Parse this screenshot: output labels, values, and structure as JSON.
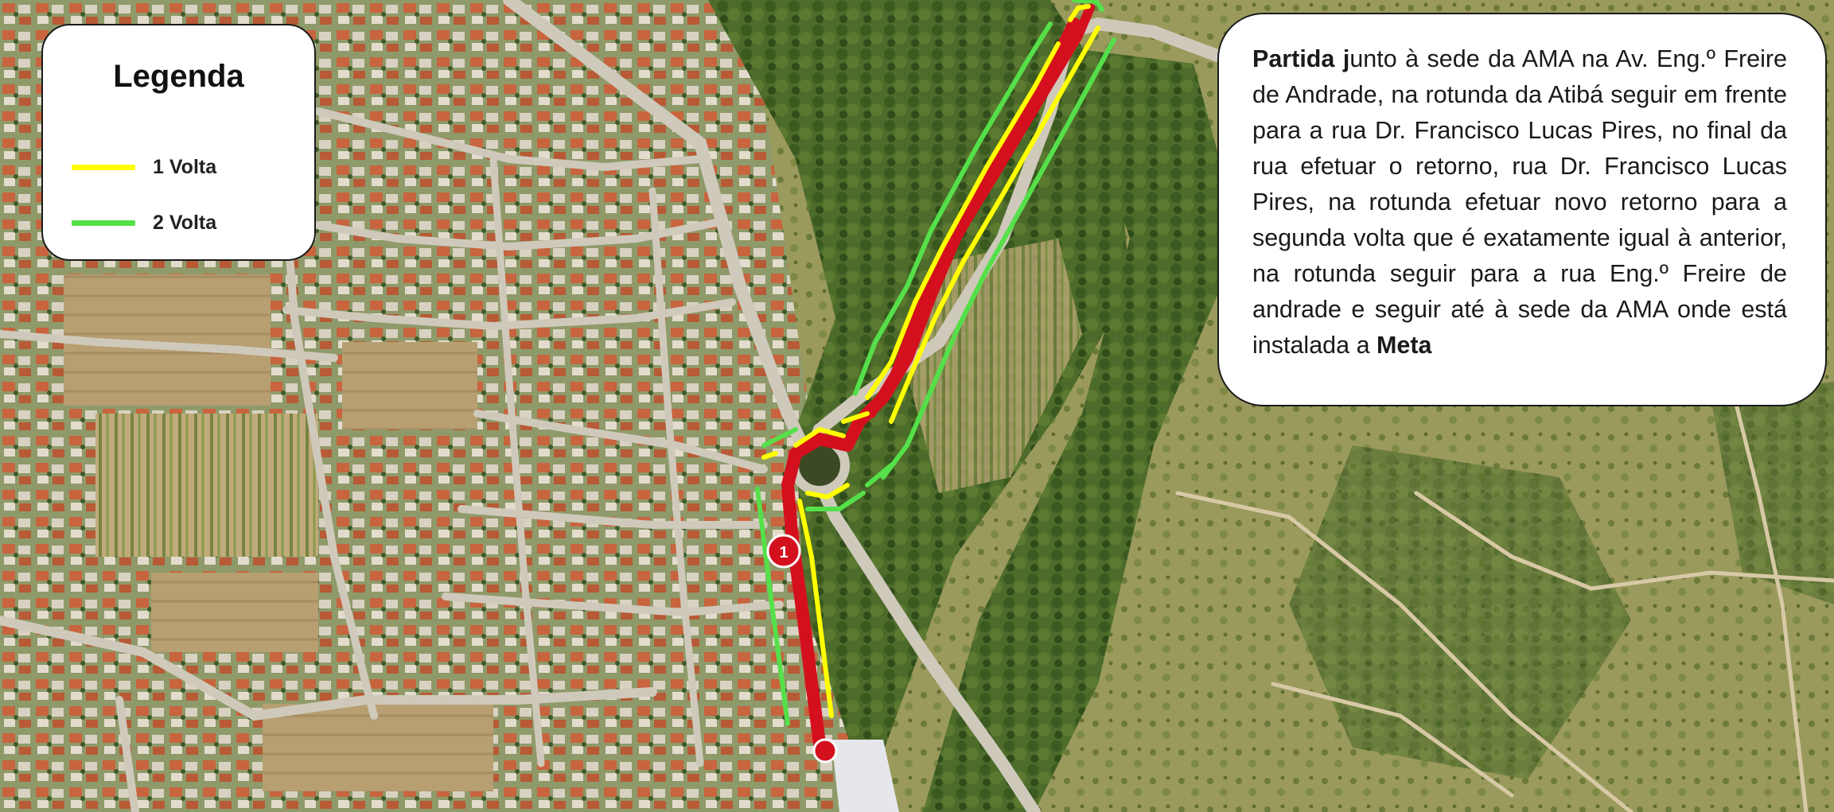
{
  "legend": {
    "title": "Legenda",
    "items": [
      {
        "label": "1 Volta",
        "color": "#ffff00"
      },
      {
        "label": "2 Volta",
        "color": "#55e04a"
      }
    ]
  },
  "description": {
    "partida_bold": "Partida",
    "j_bold": "j",
    "text_main": "unto à sede da AMA na Av. Eng.º Freire de Andrade, na rotunda da Atibá seguir em frente para a rua Dr. Francisco Lucas Pires, no final da rua efetuar o retorno, rua Dr. Francisco Lucas Pires, na rotunda efetuar novo retorno para a segunda volta que é exatamente igual à anterior, na rotunda seguir para a rua Eng.º Freire de andrade e seguir até à sede da AMA onde está instalada a ",
    "meta_bold": "Meta"
  },
  "markers": [
    {
      "type": "km-marker",
      "label": "1"
    },
    {
      "type": "start-finish-point",
      "label": ""
    }
  ],
  "colors": {
    "route_main": "#d4101e",
    "lap_1": "#ffff00",
    "lap_2": "#55e04a"
  }
}
